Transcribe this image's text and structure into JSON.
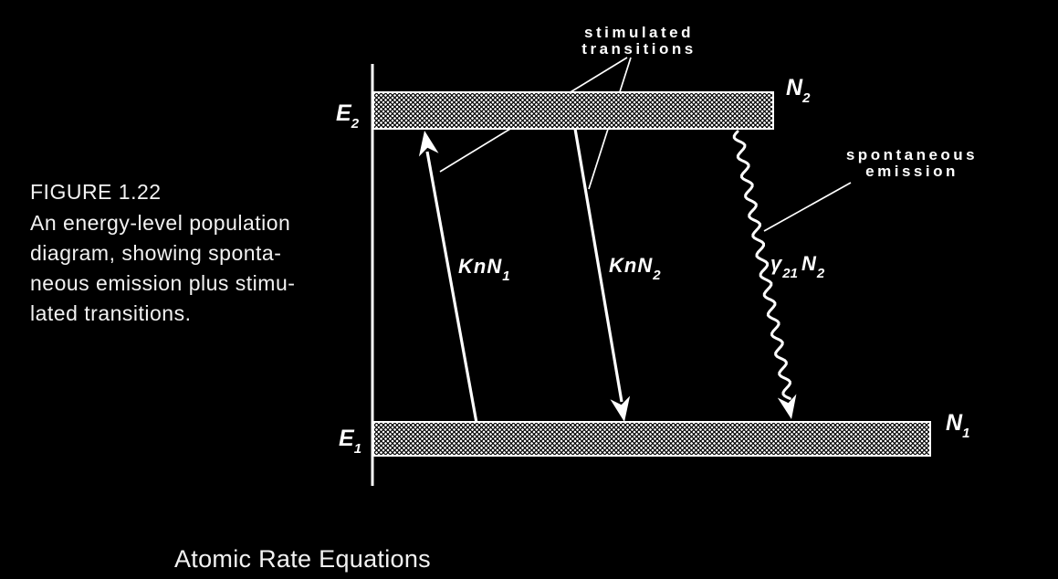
{
  "colors": {
    "background": "#000000",
    "foreground": "#ffffff"
  },
  "caption": {
    "title": "FIGURE 1.22",
    "body_lines": [
      "An energy-level population",
      "diagram, showing sponta-",
      "neous emission plus stimu-",
      "lated transitions."
    ]
  },
  "section_heading": "Atomic Rate Equations",
  "diagram": {
    "annotations": {
      "stimulated_transitions": {
        "line1": "stimulated",
        "line2": "transitions"
      },
      "spontaneous_emission": {
        "line1": "spontaneous",
        "line2": "emission"
      }
    },
    "levels": {
      "upper": {
        "energy": {
          "main": "E",
          "sub": "2"
        },
        "population": {
          "main": "N",
          "sub": "2"
        }
      },
      "lower": {
        "energy": {
          "main": "E",
          "sub": "1"
        },
        "population": {
          "main": "N",
          "sub": "1"
        }
      }
    },
    "rates": {
      "upward_stimulated": {
        "main": "KnN",
        "sub": "1"
      },
      "downward_stimulated": {
        "main": "KnN",
        "sub": "2"
      },
      "spontaneous": {
        "gamma": "γ",
        "gamma_sub": "21",
        "n": "N",
        "n_sub": "2"
      }
    }
  }
}
